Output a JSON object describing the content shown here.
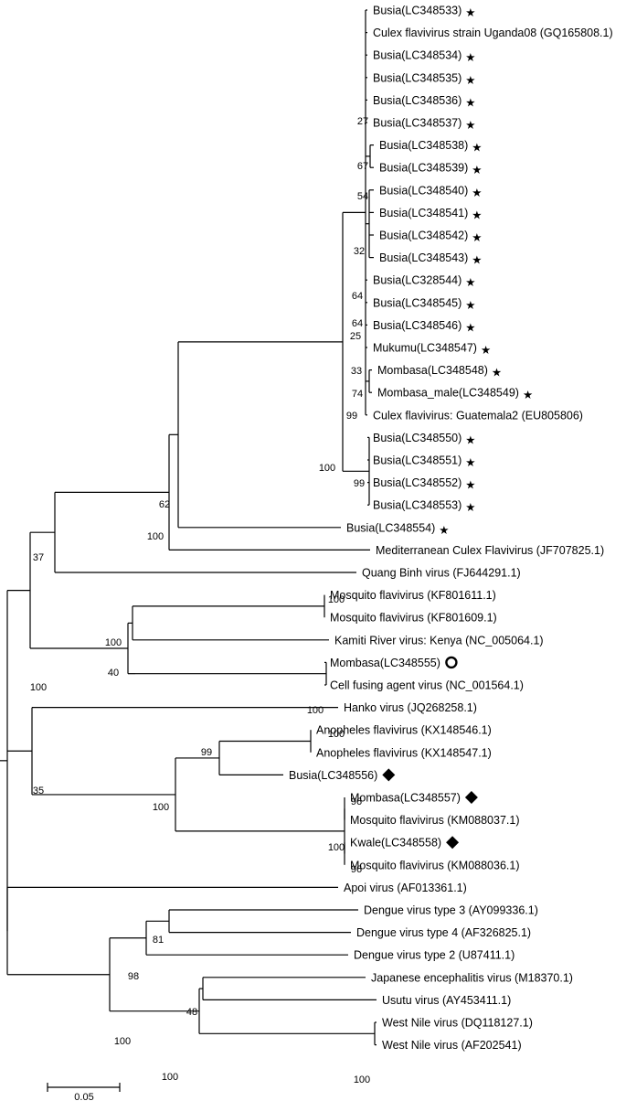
{
  "leaves": [
    {
      "label": "Busia(LC348533)",
      "marker": "star"
    },
    {
      "label": "Culex flavivirus strain Uganda08 (GQ165808.1)",
      "marker": ""
    },
    {
      "label": "Busia(LC348534)",
      "marker": "star"
    },
    {
      "label": "Busia(LC348535)",
      "marker": "star"
    },
    {
      "label": "Busia(LC348536)",
      "marker": "star"
    },
    {
      "label": "Busia(LC348537)",
      "marker": "star"
    },
    {
      "label": "Busia(LC348538)",
      "marker": "star"
    },
    {
      "label": "Busia(LC348539)",
      "marker": "star"
    },
    {
      "label": "Busia(LC348540)",
      "marker": "star"
    },
    {
      "label": "Busia(LC348541)",
      "marker": "star"
    },
    {
      "label": "Busia(LC348542)",
      "marker": "star"
    },
    {
      "label": "Busia(LC348543)",
      "marker": "star"
    },
    {
      "label": "Busia(LC328544)",
      "marker": "star"
    },
    {
      "label": "Busia(LC348545)",
      "marker": "star"
    },
    {
      "label": "Busia(LC348546)",
      "marker": "star"
    },
    {
      "label": "Mukumu(LC348547)",
      "marker": "star"
    },
    {
      "label": "Mombasa(LC348548)",
      "marker": "star"
    },
    {
      "label": "Mombasa_male(LC348549)",
      "marker": "star"
    },
    {
      "label": "Culex flavivirus: Guatemala2 (EU805806)",
      "marker": ""
    },
    {
      "label": "Busia(LC348550)",
      "marker": "star"
    },
    {
      "label": "Busia(LC348551)",
      "marker": "star"
    },
    {
      "label": "Busia(LC348552)",
      "marker": "star"
    },
    {
      "label": "Busia(LC348553)",
      "marker": "star"
    },
    {
      "label": "Busia(LC348554)",
      "marker": "star"
    },
    {
      "label": "Mediterranean Culex Flavivirus (JF707825.1)",
      "marker": ""
    },
    {
      "label": "Quang Binh virus (FJ644291.1)",
      "marker": ""
    },
    {
      "label": "Mosquito flavivirus (KF801611.1)",
      "marker": ""
    },
    {
      "label": "Mosquito flavivirus (KF801609.1)",
      "marker": ""
    },
    {
      "label": "Kamiti River virus: Kenya (NC_005064.1)",
      "marker": ""
    },
    {
      "label": "Mombasa(LC348555)",
      "marker": "circle"
    },
    {
      "label": "Cell fusing agent virus (NC_001564.1)",
      "marker": ""
    },
    {
      "label": "Hanko virus (JQ268258.1)",
      "marker": ""
    },
    {
      "label": "Anopheles flavivirus (KX148546.1)",
      "marker": ""
    },
    {
      "label": "Anopheles flavivirus (KX148547.1)",
      "marker": ""
    },
    {
      "label": "Busia(LC348556)",
      "marker": "diamond"
    },
    {
      "label": "Mombasa(LC348557)",
      "marker": "diamond"
    },
    {
      "label": "Mosquito flavivirus (KM088037.1)",
      "marker": ""
    },
    {
      "label": "Kwale(LC348558)",
      "marker": "diamond"
    },
    {
      "label": "Mosquito flavivirus (KM088036.1)",
      "marker": ""
    },
    {
      "label": "Apoi virus (AF013361.1)",
      "marker": ""
    },
    {
      "label": "Dengue virus type 3 (AY099336.1)",
      "marker": ""
    },
    {
      "label": "Dengue virus type 4 (AF326825.1)",
      "marker": ""
    },
    {
      "label": "Dengue virus type 2 (U87411.1)",
      "marker": ""
    },
    {
      "label": "Japanese encephalitis virus (M18370.1)",
      "marker": ""
    },
    {
      "label": "Usutu virus (AY453411.1)",
      "marker": ""
    },
    {
      "label": "West Nile virus (DQ118127.1)",
      "marker": ""
    },
    {
      "label": "West Nile virus (AF202541)",
      "marker": ""
    }
  ],
  "support_values": [
    "27",
    "67",
    "54",
    "32",
    "64",
    "64",
    "25",
    "33",
    "74",
    "99",
    "99",
    "100",
    "62",
    "100",
    "37",
    "100",
    "100",
    "40",
    "100",
    "100",
    "100",
    "99",
    "96",
    "100",
    "96",
    "100",
    "35",
    "81",
    "98",
    "48",
    "100",
    "100",
    "100"
  ],
  "scale_bar": {
    "label": "0.05"
  }
}
